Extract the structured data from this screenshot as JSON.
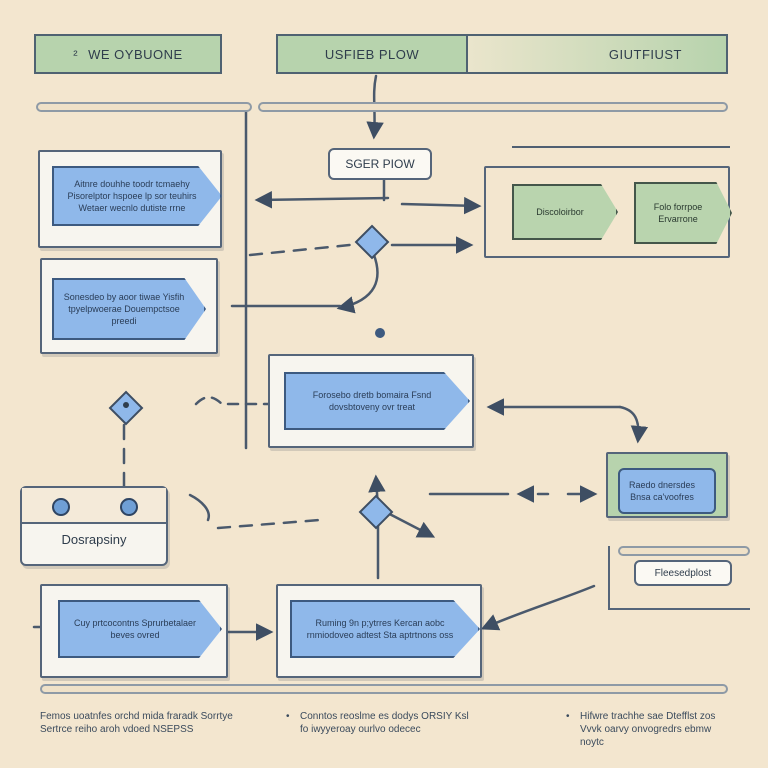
{
  "lanes": [
    {
      "label": "WE OYBUONE",
      "prefix": "²"
    },
    {
      "label": "USFIEB PLOW"
    },
    {
      "label": "GIUTFIUST"
    }
  ],
  "flow_title": "SGER PIOW",
  "left_boxes": [
    "Aitnre douhhe toodr tcmaehy Pisorelptor hspoee lp sor teuhirs Wetaer wecnlo dutiste rrne",
    "Sonesdeo by aoor tiwae Yisfih tpyelpwoerae Douempctsoe preedi"
  ],
  "right_group": [
    "Discoloirbor",
    "Folo forrpoe Ervarrone"
  ],
  "center_box": "Forosebo dretb bomaira Fsnd dovsbtoveny ovr treat",
  "right_box": "Raedo dnersdes Bnsa ca'voofres",
  "device_label": "Dosrapsiny",
  "bottom_left_box": "Cuy prtcocontns Sprurbetalaer beves ovred",
  "bottom_center_box": "Ruming 9n p;ytrres Kercan aobc rnmiodoveo adtest Sta aptrtnons oss",
  "slot_label": "Fleesedplost",
  "notes": [
    "Femos uoatnfes orchd mida fraradk Sorrtye Sertrce reiho aroh vdoed NSEPSS",
    "Conntos reoslme es dodys ORSIY Ksl fo iwyyeroay ourlvo odecec",
    "Hifwre trachhe sae Dtefflst zos Vvvk oarvy onvogredrs ebmw noytc"
  ],
  "colors": {
    "background": "#f3e6cf",
    "blue_fill": "#8fb8ea",
    "green_fill": "#b7d3ad",
    "ink": "#4f5f72"
  }
}
